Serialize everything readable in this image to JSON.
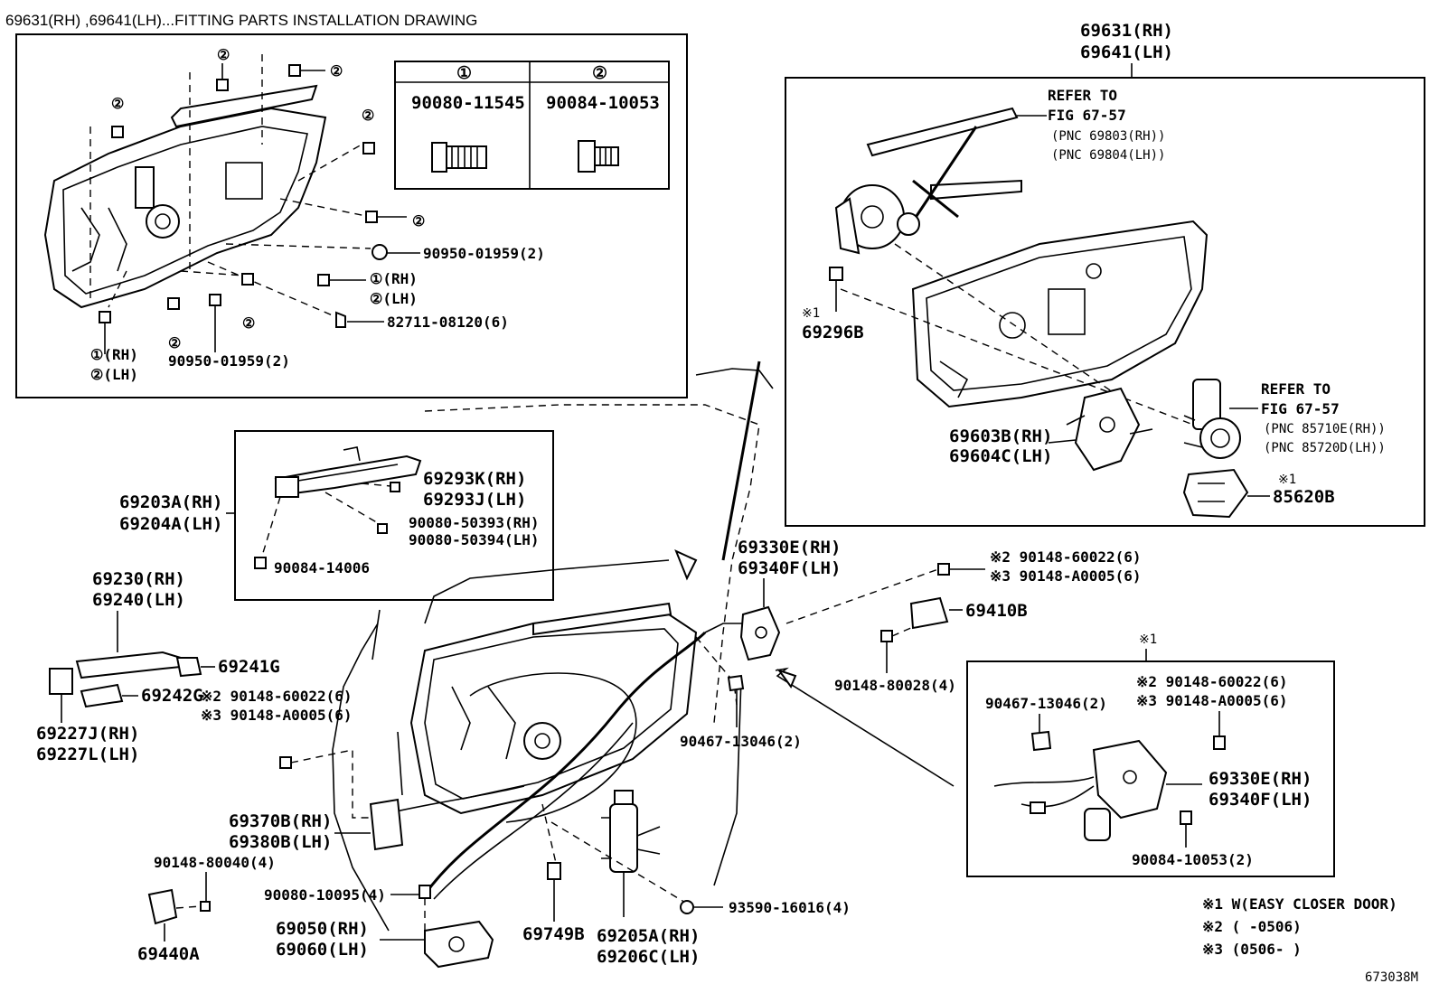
{
  "title": "69631(RH) ,69641(LH)...FITTING PARTS INSTALLATION DRAWING",
  "diagram_id": "673038M",
  "bolt_table": {
    "col1_header": "①",
    "col2_header": "②",
    "col1_part": "90080-11545",
    "col2_part": "90084-10053"
  },
  "fitting_labels": {
    "grommet_right": "90950-01959(2)",
    "rh1": "①(RH)",
    "lh2": "②(LH)",
    "clip": "82711-08120(6)",
    "rh1_bottom": "①(RH)",
    "lh2_bottom": "②(LH)",
    "grommet_bottom": "90950-01959(2)",
    "circ2": "②"
  },
  "assembly_labels": {
    "main_rh": "69631(RH)",
    "main_lh": "69641(LH)",
    "refer1": "REFER TO",
    "fig1": "FIG 67-57",
    "pnc1": "(PNC 69803(RH))",
    "pnc2": "(PNC 69804(LH))",
    "p69296b_mark": "※1",
    "p69296b": "69296B",
    "p69603b": "69603B(RH)",
    "p69604c": "69604C(LH)",
    "refer2": "REFER TO",
    "fig2": "FIG 67-57",
    "pnc3": "(PNC 85710E(RH))",
    "pnc4": "(PNC 85720D(LH))",
    "p85620b_mark": "※1",
    "p85620b": "85620B"
  },
  "handle_labels": {
    "p69203a": "69203A(RH)",
    "p69204a": "69204A(LH)",
    "p69293k": "69293K(RH)",
    "p69293j": "69293J(LH)",
    "p90080_50393": "90080-50393(RH)",
    "p90080_50394": "90080-50394(LH)",
    "p90084_14006": "90084-14006"
  },
  "main_labels": {
    "p69230": "69230(RH)",
    "p69240": "69240(LH)",
    "p69241g": "69241G",
    "p69242g": "69242G",
    "p69227j": "69227J(RH)",
    "p69227l": "69227L(LH)",
    "mid_s2": "※2 90148-60022(6)",
    "mid_s3": "※3 90148-A0005(6)",
    "p69370b": "69370B(RH)",
    "p69380b": "69380B(LH)",
    "p90148_80040": "90148-80040(4)",
    "p69440a": "69440A",
    "p90080_10095": "90080-10095(4)",
    "p69050": "69050(RH)",
    "p69060": "69060(LH)",
    "p69749b": "69749B",
    "p69205a": "69205A(RH)",
    "p69206c": "69206C(LH)",
    "p93590": "93590-16016(4)",
    "p90467_mid": "90467-13046(2)",
    "p69330e_top": "69330E(RH)",
    "p69340f_top": "69340F(LH)",
    "top_s2": "※2 90148-60022(6)",
    "top_s3": "※3 90148-A0005(6)",
    "p69410b": "69410B",
    "p90148_80028": "90148-80028(4)"
  },
  "closer_box": {
    "mark": "※1",
    "p90467": "90467-13046(2)",
    "s2": "※2 90148-60022(6)",
    "s3": "※3 90148-A0005(6)",
    "p69330e": "69330E(RH)",
    "p69340f": "69340F(LH)",
    "p90084": "90084-10053(2)"
  },
  "notes": {
    "n1": "※1 W(EASY CLOSER DOOR)",
    "n2": "※2 (     -0506)",
    "n3": "※3 (0506-     )"
  }
}
